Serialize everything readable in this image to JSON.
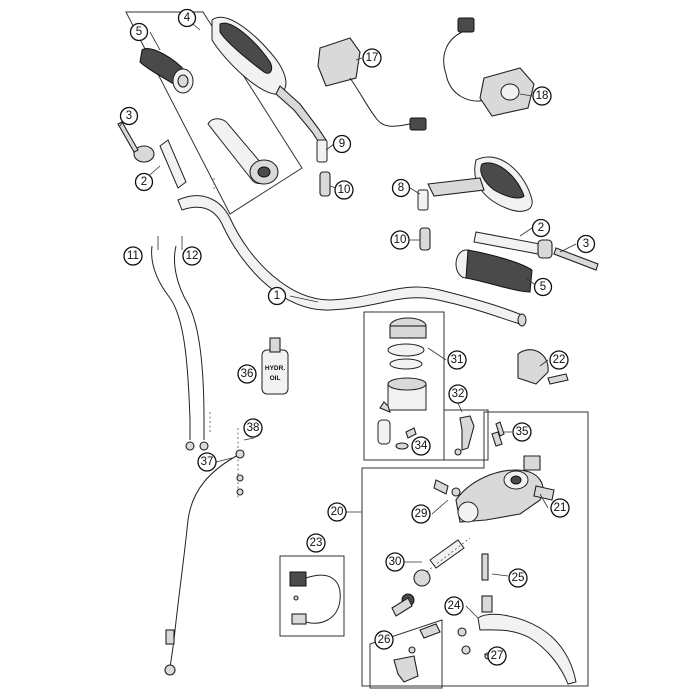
{
  "diagram": {
    "bottle_label_line1": "HYDR.",
    "bottle_label_line2": "OIL",
    "callouts": [
      {
        "id": "c1",
        "label": "1"
      },
      {
        "id": "c2a",
        "label": "2"
      },
      {
        "id": "c2b",
        "label": "2"
      },
      {
        "id": "c3a",
        "label": "3"
      },
      {
        "id": "c3b",
        "label": "3"
      },
      {
        "id": "c4",
        "label": "4"
      },
      {
        "id": "c5a",
        "label": "5"
      },
      {
        "id": "c5b",
        "label": "5"
      },
      {
        "id": "c8",
        "label": "8"
      },
      {
        "id": "c9",
        "label": "9"
      },
      {
        "id": "c10a",
        "label": "10"
      },
      {
        "id": "c10b",
        "label": "10"
      },
      {
        "id": "c11",
        "label": "11"
      },
      {
        "id": "c12",
        "label": "12"
      },
      {
        "id": "c17",
        "label": "17"
      },
      {
        "id": "c18",
        "label": "18"
      },
      {
        "id": "c20",
        "label": "20"
      },
      {
        "id": "c21",
        "label": "21"
      },
      {
        "id": "c22",
        "label": "22"
      },
      {
        "id": "c23",
        "label": "23"
      },
      {
        "id": "c24",
        "label": "24"
      },
      {
        "id": "c25",
        "label": "25"
      },
      {
        "id": "c26",
        "label": "26"
      },
      {
        "id": "c27",
        "label": "27"
      },
      {
        "id": "c29",
        "label": "29"
      },
      {
        "id": "c30",
        "label": "30"
      },
      {
        "id": "c31",
        "label": "31"
      },
      {
        "id": "c32",
        "label": "32"
      },
      {
        "id": "c34",
        "label": "34"
      },
      {
        "id": "c35",
        "label": "35"
      },
      {
        "id": "c36",
        "label": "36"
      },
      {
        "id": "c37",
        "label": "37"
      },
      {
        "id": "c38",
        "label": "38"
      }
    ]
  }
}
